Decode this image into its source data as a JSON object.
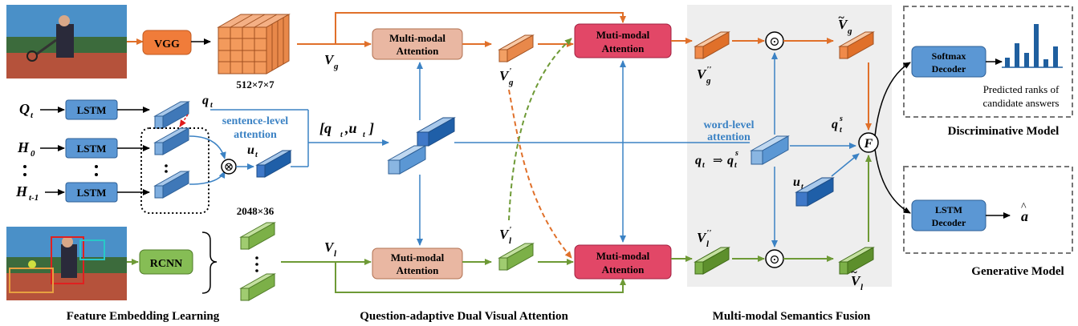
{
  "sections": {
    "feature_embedding": "Feature Embedding Learning",
    "dual_attention": "Question-adaptive Dual Visual Attention",
    "fusion": "Multi-modal Semantics Fusion",
    "discriminative": "Discriminative Model",
    "generative": "Generative Model"
  },
  "boxes": {
    "vgg": "VGG",
    "rcnn": "RCNN",
    "lstm": "LSTM",
    "mm_attention_top_l1": "Multi-modal",
    "mm_attention_top_l2": "Attention",
    "muti_top_l1": "Muti-modal",
    "muti_top_l2": "Attention",
    "muti_bottom_left_l1": "Muti-modal",
    "muti_bottom_left_l2": "Attention",
    "muti_bottom_right_l1": "Muti-modal",
    "muti_bottom_right_l2": "Attention",
    "softmax_l1": "Softmax",
    "softmax_l2": "Decoder",
    "lstm_dec_l1": "LSTM",
    "lstm_dec_l2": "Decoder"
  },
  "labels": {
    "vgg_dims": "512×7×7",
    "rcnn_dims": "2048×36",
    "sentence_l1": "sentence-level",
    "sentence_l2": "attention",
    "word_l1": "word-level",
    "word_l2": "attention",
    "ranks_l1": "Predicted ranks of",
    "ranks_l2": "candidate answers",
    "Qt": "Q",
    "Qt_sub": "t",
    "H0": "H",
    "H0_sub": "0",
    "Ht1": "H",
    "Ht1_sub": "t-1",
    "qt": "q",
    "qt_sub": "t",
    "ut": "u",
    "ut_sub": "t",
    "qtut": "[q",
    "qtut_mid": ",u",
    "qtut_end": "]",
    "Vg": "V",
    "Vg_sub": "g",
    "Vl": "V",
    "Vl_sub": "l",
    "Vg1": "V",
    "Vg1_sup": "'",
    "Vg1_sub": "g",
    "Vl1": "V",
    "Vl1_sup": "'",
    "Vl1_sub": "l",
    "Vg2": "V",
    "Vg2_sup": "''",
    "Vg2_sub": "g",
    "Vl2": "V",
    "Vl2_sup": "''",
    "Vl2_sub": "l",
    "Vgt": "V",
    "Vgt_sub": "g",
    "Vlt": "V",
    "Vlt_sub": "l",
    "qts": "q",
    "qts_sub": "t",
    "qts_sup": "s",
    "map_q": "q",
    "map_q_sub": "t",
    "map_arrow": "⇒",
    "map_qs": "q",
    "map_qs_sub": "t",
    "map_qs_sup": "s",
    "F": "F",
    "a_hat": "a",
    "odot": "⊙",
    "otimes": "⊗"
  },
  "colors": {
    "orange_flow": "#e0702a",
    "green_flow": "#6e9a36",
    "blue_flow": "#3b82c4",
    "vgg_box": "#f07c3a",
    "rcnn_box": "#86bd55",
    "lstm_box": "#5b97d4",
    "mm_attention_box": "#e9b7a2",
    "muti_box": "#e24767",
    "fusion_bg": "#eeeeee"
  }
}
